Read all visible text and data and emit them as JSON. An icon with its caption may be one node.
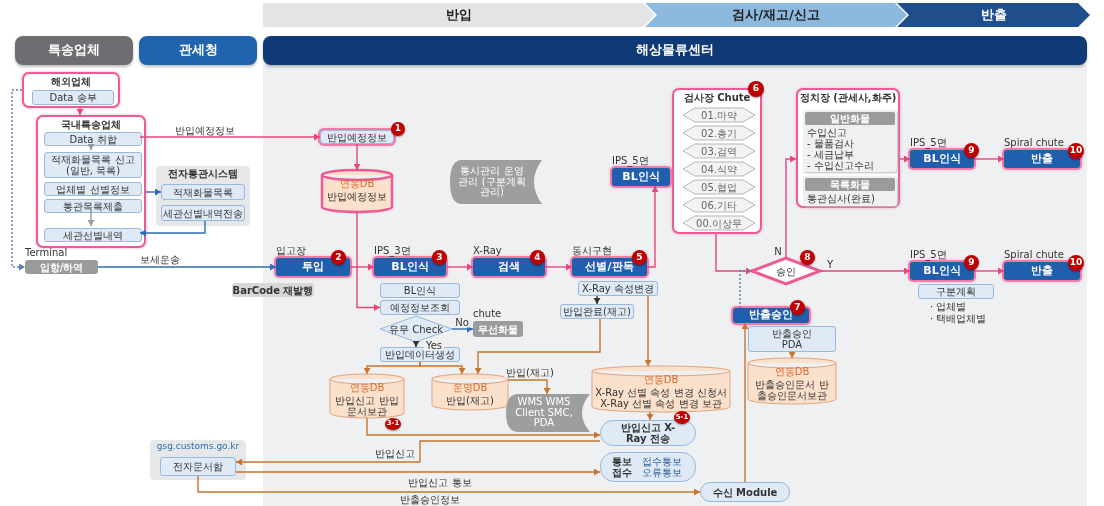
{
  "diagram": {
    "nodes": [
      {
        "text": [
          "반입"
        ]
      },
      {
        "text": [
          "검사/재고/신고"
        ]
      },
      {
        "text": [
          "반출"
        ]
      },
      {
        "text": [
          "특송업체"
        ]
      },
      {
        "text": [
          "관세청"
        ]
      },
      {
        "text": [
          "해상물류센터"
        ]
      },
      {
        "text": [
          "해외업체"
        ]
      },
      {
        "text": [
          "Data 송부"
        ],
        "in": 6
      },
      {
        "text": [
          "국내특송업체"
        ]
      },
      {
        "text": [
          "Data 취합"
        ],
        "in": 8
      },
      {
        "text": [
          "적재화물목록 신고 (일반, 목록)"
        ],
        "in": 8
      },
      {
        "text": [
          "업체별 선별정보"
        ],
        "in": 8
      },
      {
        "text": [
          "통관목록제출"
        ],
        "in": 8
      },
      {
        "text": [
          "세관선별내역"
        ],
        "in": 8
      },
      {
        "text": [
          "전자통관시스템"
        ]
      },
      {
        "text": [
          "적재화물목록"
        ],
        "in": 14
      },
      {
        "text": [
          "세관선별내역전송"
        ],
        "in": 14
      },
      {
        "text": [
          "입항/하역"
        ],
        "beside": [
          "Terminal"
        ]
      },
      {
        "text": [
          "반입예정정보"
        ]
      },
      {
        "text": [
          "1"
        ]
      },
      {
        "text": [
          "연동DB",
          "반입예정정보"
        ]
      },
      {
        "text": [
          "통시관리 운영관리 (구분계획관리)"
        ]
      },
      {
        "text": [
          "검사장 Chute"
        ]
      },
      {
        "text": [
          "01.마약"
        ],
        "in": 22
      },
      {
        "text": [
          "02.총기"
        ],
        "in": 22
      },
      {
        "text": [
          "03.검역"
        ],
        "in": 22
      },
      {
        "text": [
          "04.식약"
        ],
        "in": 22
      },
      {
        "text": [
          "05.협업"
        ],
        "in": 22
      },
      {
        "text": [
          "06.기타"
        ],
        "in": 22
      },
      {
        "text": [
          "00.이상무"
        ],
        "in": 22
      },
      {
        "text": [
          "6"
        ]
      },
      {
        "text": [
          "BL인식"
        ],
        "beside": [
          "IPS_5면"
        ]
      },
      {
        "text": [
          "정치장 (관세사,화주)"
        ]
      },
      {
        "text": [
          "일반화물",
          "수입신고",
          "- 물품검사",
          "- 세금납부",
          "- 수입신고수리"
        ],
        "in": 32
      },
      {
        "text": [
          "목록화물",
          "통관심사(완료)"
        ],
        "in": 32
      },
      {
        "text": [
          "BL인식"
        ],
        "beside": [
          "IPS_5면"
        ]
      },
      {
        "text": [
          "9"
        ]
      },
      {
        "text": [
          "반출"
        ],
        "beside": [
          "Spiral chute"
        ]
      },
      {
        "text": [
          "10"
        ]
      },
      {
        "text": [
          "투입"
        ],
        "beside": [
          "입고장"
        ]
      },
      {
        "text": [
          "2"
        ]
      },
      {
        "text": [
          "BL인식"
        ],
        "beside": [
          "IPS_3면"
        ]
      },
      {
        "text": [
          "3"
        ]
      },
      {
        "text": [
          "검색"
        ],
        "beside": [
          "X-Ray"
        ]
      },
      {
        "text": [
          "4"
        ]
      },
      {
        "text": [
          "선별/판독"
        ],
        "beside": [
          "동시구현"
        ]
      },
      {
        "text": [
          "5"
        ]
      },
      {
        "text": [
          "승인"
        ]
      },
      {
        "text": [
          "8"
        ]
      },
      {
        "text": [
          "BL인식"
        ],
        "beside": [
          "IPS_5면"
        ]
      },
      {
        "text": [
          "9"
        ]
      },
      {
        "text": [
          "반출"
        ],
        "beside": [
          "Spiral chute"
        ]
      },
      {
        "text": [
          "10"
        ]
      },
      {
        "text": [
          "BarCode 재발행"
        ]
      },
      {
        "text": [
          "BL인식"
        ]
      },
      {
        "text": [
          "예정정보조회"
        ]
      },
      {
        "text": [
          "유무 Check"
        ]
      },
      {
        "text": [
          "무선화물"
        ],
        "beside": [
          "chute"
        ]
      },
      {
        "text": [
          "반입데이터생성"
        ]
      },
      {
        "text": [
          "X-Ray 속성변경"
        ]
      },
      {
        "text": [
          "반입완료(재고)"
        ]
      },
      {
        "text": [
          "반출승인"
        ]
      },
      {
        "text": [
          "7"
        ]
      },
      {
        "text": [
          "구분계획"
        ],
        "beside": [
          "· 업체별",
          "· 택배업체별"
        ]
      },
      {
        "text": [
          "반출승인",
          "PDA"
        ]
      },
      {
        "text": [
          "연동DB",
          "반입신고 반입문서보관"
        ]
      },
      {
        "text": [
          "운영DB",
          "반입(재고)"
        ]
      },
      {
        "text": [
          "WMS WMS Client SMC, PDA"
        ]
      },
      {
        "text": [
          "연동DB",
          "X-Ray 선별 속성 변경 신청서 X-Ray 선별 속성 변경 보관"
        ]
      },
      {
        "text": [
          "3-1"
        ]
      },
      {
        "text": [
          "연동DB",
          "반출승인문서 반출승인문서보관"
        ]
      },
      {
        "text": [
          "반입신고 X-Ray 전송"
        ]
      },
      {
        "text": [
          "5-1"
        ]
      },
      {
        "text": [
          "gsg.customs.go.kr"
        ]
      },
      {
        "text": [
          "전자문서함"
        ],
        "in": 73
      },
      {
        "text": [
          "통보접수",
          "접수통보 오류통보"
        ]
      },
      {
        "text": [
          "수신 Module"
        ]
      }
    ],
    "edges": [
      {
        "from": 6,
        "to": 8,
        "arrow": "to"
      },
      {
        "from": 9,
        "to": 10,
        "arrow": "to",
        "color": "#9a9a9a"
      },
      {
        "from": 12,
        "to": 13,
        "arrow": "to",
        "color": "#9a9a9a"
      },
      {
        "from": 8,
        "to": 15,
        "arrow": "to",
        "color": "#2e6db4"
      },
      {
        "from": 16,
        "to": 13,
        "arrow": "to",
        "color": "#2e6db4"
      },
      {
        "from": 6,
        "to": 17,
        "arrow": "to",
        "style": "dashed",
        "color": "#5b7fa8"
      },
      {
        "from": 17,
        "to": 39,
        "arrow": "to",
        "label": "보세운송",
        "color": "#2e6db4"
      },
      {
        "from": 9,
        "to": 18,
        "arrow": "to",
        "label": "반입예정정보"
      },
      {
        "from": 18,
        "to": 20,
        "arrow": "to"
      },
      {
        "from": 20,
        "to": 55,
        "arrow": "to"
      },
      {
        "from": 39,
        "to": 41,
        "arrow": "to"
      },
      {
        "from": 41,
        "to": 43,
        "arrow": "to"
      },
      {
        "from": 43,
        "to": 45,
        "arrow": "to"
      },
      {
        "from": 45,
        "to": 31,
        "arrow": "to"
      },
      {
        "from": 22,
        "to": 47,
        "arrow": "to"
      },
      {
        "from": 47,
        "to": 32,
        "arrow": "to",
        "label": "N"
      },
      {
        "from": 47,
        "to": 49,
        "arrow": "to",
        "label": "Y"
      },
      {
        "from": 49,
        "to": 51,
        "arrow": "to"
      },
      {
        "from": 32,
        "to": 35,
        "arrow": "to"
      },
      {
        "from": 35,
        "to": 37,
        "arrow": "to"
      },
      {
        "from": 56,
        "to": 57,
        "arrow": "to",
        "label": "No",
        "color": "#2e6db4"
      },
      {
        "from": 56,
        "to": 58,
        "arrow": "to",
        "label": "Yes",
        "color": "#333333"
      },
      {
        "from": 58,
        "to": 65,
        "arrow": "to",
        "color": "#c8742e"
      },
      {
        "from": 58,
        "to": 66,
        "arrow": "to",
        "color": "#c8742e"
      },
      {
        "from": 66,
        "to": 67,
        "arrow": "to",
        "label": "반입(재고)",
        "color": "#c8742e"
      },
      {
        "from": 59,
        "to": 60,
        "arrow": "to",
        "color": "#333333"
      },
      {
        "from": 60,
        "to": 66,
        "arrow": "to",
        "color": "#c8742e"
      },
      {
        "from": 59,
        "to": 68,
        "arrow": "to",
        "color": "#c8742e"
      },
      {
        "from": 68,
        "to": 71,
        "arrow": "to",
        "color": "#c8742e"
      },
      {
        "from": 65,
        "to": 71,
        "arrow": "to",
        "color": "#c8742e"
      },
      {
        "from": 71,
        "to": 74,
        "arrow": "to",
        "label": "반입신고",
        "color": "#c8742e"
      },
      {
        "from": 74,
        "to": 75,
        "arrow": "to",
        "label": "반입신고 통보",
        "color": "#c8742e"
      },
      {
        "from": 74,
        "to": 76,
        "arrow": "to",
        "label": "반출승인정보",
        "color": "#c8742e"
      },
      {
        "from": 76,
        "to": 61,
        "arrow": "to",
        "color": "#c8742e"
      },
      {
        "from": 64,
        "to": 70,
        "arrow": "to",
        "color": "#c8742e"
      },
      {
        "from": 61,
        "to": 47,
        "arrow": "none",
        "style": "dashed",
        "color": "#5b7fa8"
      }
    ]
  }
}
